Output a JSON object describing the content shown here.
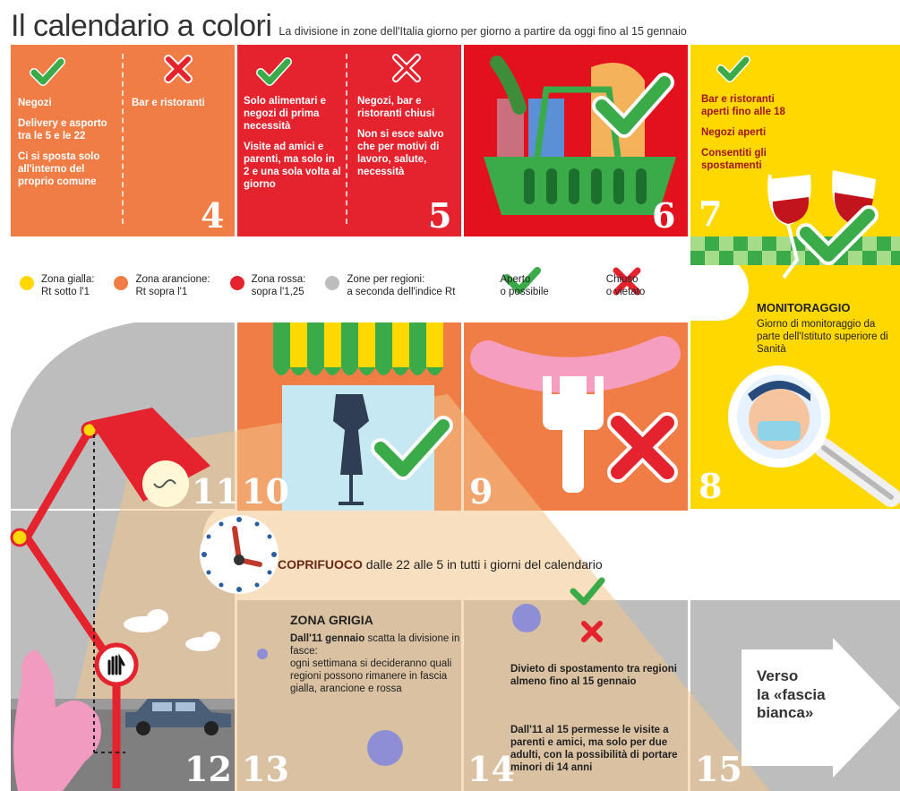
{
  "header": {
    "title": "Il calendario a colori",
    "subtitle": "La divisione in zone dell'Italia giorno per giorno a partire da oggi fino al 15 gennaio"
  },
  "colors": {
    "orange": "#f07d46",
    "red": "#e4232e",
    "yellow": "#ffd800",
    "grey": "#bdbdbd",
    "green": "#3aab48",
    "dark_red": "#e3101d"
  },
  "days": {
    "d4": {
      "number": "4",
      "open_label": "Negozi",
      "open_text_1": "Delivery e asporto tra le 5 e le 22",
      "open_text_2": "Ci si sposta solo all'interno del proprio comune",
      "closed_label": "Bar e ristoranti"
    },
    "d5": {
      "number": "5",
      "open_text_1": "Solo alimentari e negozi di prima necessità",
      "open_text_2": "Visite ad amici e parenti, ma solo in 2 e una sola volta al giorno",
      "closed_text_1": "Negozi, bar e ristoranti chiusi",
      "closed_text_2": "Non si esce salvo che per motivi di lavoro, salute, necessità"
    },
    "d6": {
      "number": "6"
    },
    "d7": {
      "number": "7",
      "text_1": "Bar e ristoranti aperti fino alle 18",
      "text_2": "Negozi aperti",
      "text_3": "Consentiti gli spostamenti"
    },
    "d8": {
      "number": "8",
      "heading": "MONITORAGGIO",
      "text": "Giorno di monitoraggio da parte dell'Istituto superiore di Sanità"
    },
    "d9": {
      "number": "9"
    },
    "d10": {
      "number": "10"
    },
    "d11": {
      "number": "11"
    },
    "d12": {
      "number": "12"
    },
    "d13": {
      "number": "13",
      "heading": "ZONA GRIGIA",
      "text_bold": "Dall'11 gennaio",
      "text_1": " scatta la divisione in fasce:",
      "text_2": "ogni settimana si decideranno quali regioni possono rimanere in fascia gialla, arancione e rossa"
    },
    "d14": {
      "number": "14",
      "text_1": "Divieto di spostamento tra regioni almeno fino al 15 gennaio",
      "text_2": "Dall'11 al 15 permesse le visite a parenti e amici, ma solo per due adulti, con la possibilità di portare minori di 14 anni"
    },
    "d15": {
      "number": "15",
      "verso": "Verso",
      "la_fascia": "la «fascia",
      "bianca": "bianca»"
    }
  },
  "legend": [
    {
      "name": "Zona gialla:",
      "desc": "Rt sotto l'1",
      "color": "#ffd800"
    },
    {
      "name": "Zona arancione:",
      "desc": "Rt sopra l'1",
      "color": "#f07d46"
    },
    {
      "name": "Zona rossa:",
      "desc": "sopra l'1,25",
      "color": "#e4232e"
    },
    {
      "name": "Zone per regioni:",
      "desc": "a seconda dell'indice Rt",
      "color": "#bdbdbd"
    },
    {
      "name": "Aperto",
      "desc": "o possibile",
      "icon": "check-icon"
    },
    {
      "name": "Chiuso",
      "desc": "o vietato",
      "icon": "cross-icon"
    }
  ],
  "curfew": {
    "keyword": "COPRIFUOCO",
    "text": " dalle 22 alle 5 in tutti i giorni del calendario"
  }
}
